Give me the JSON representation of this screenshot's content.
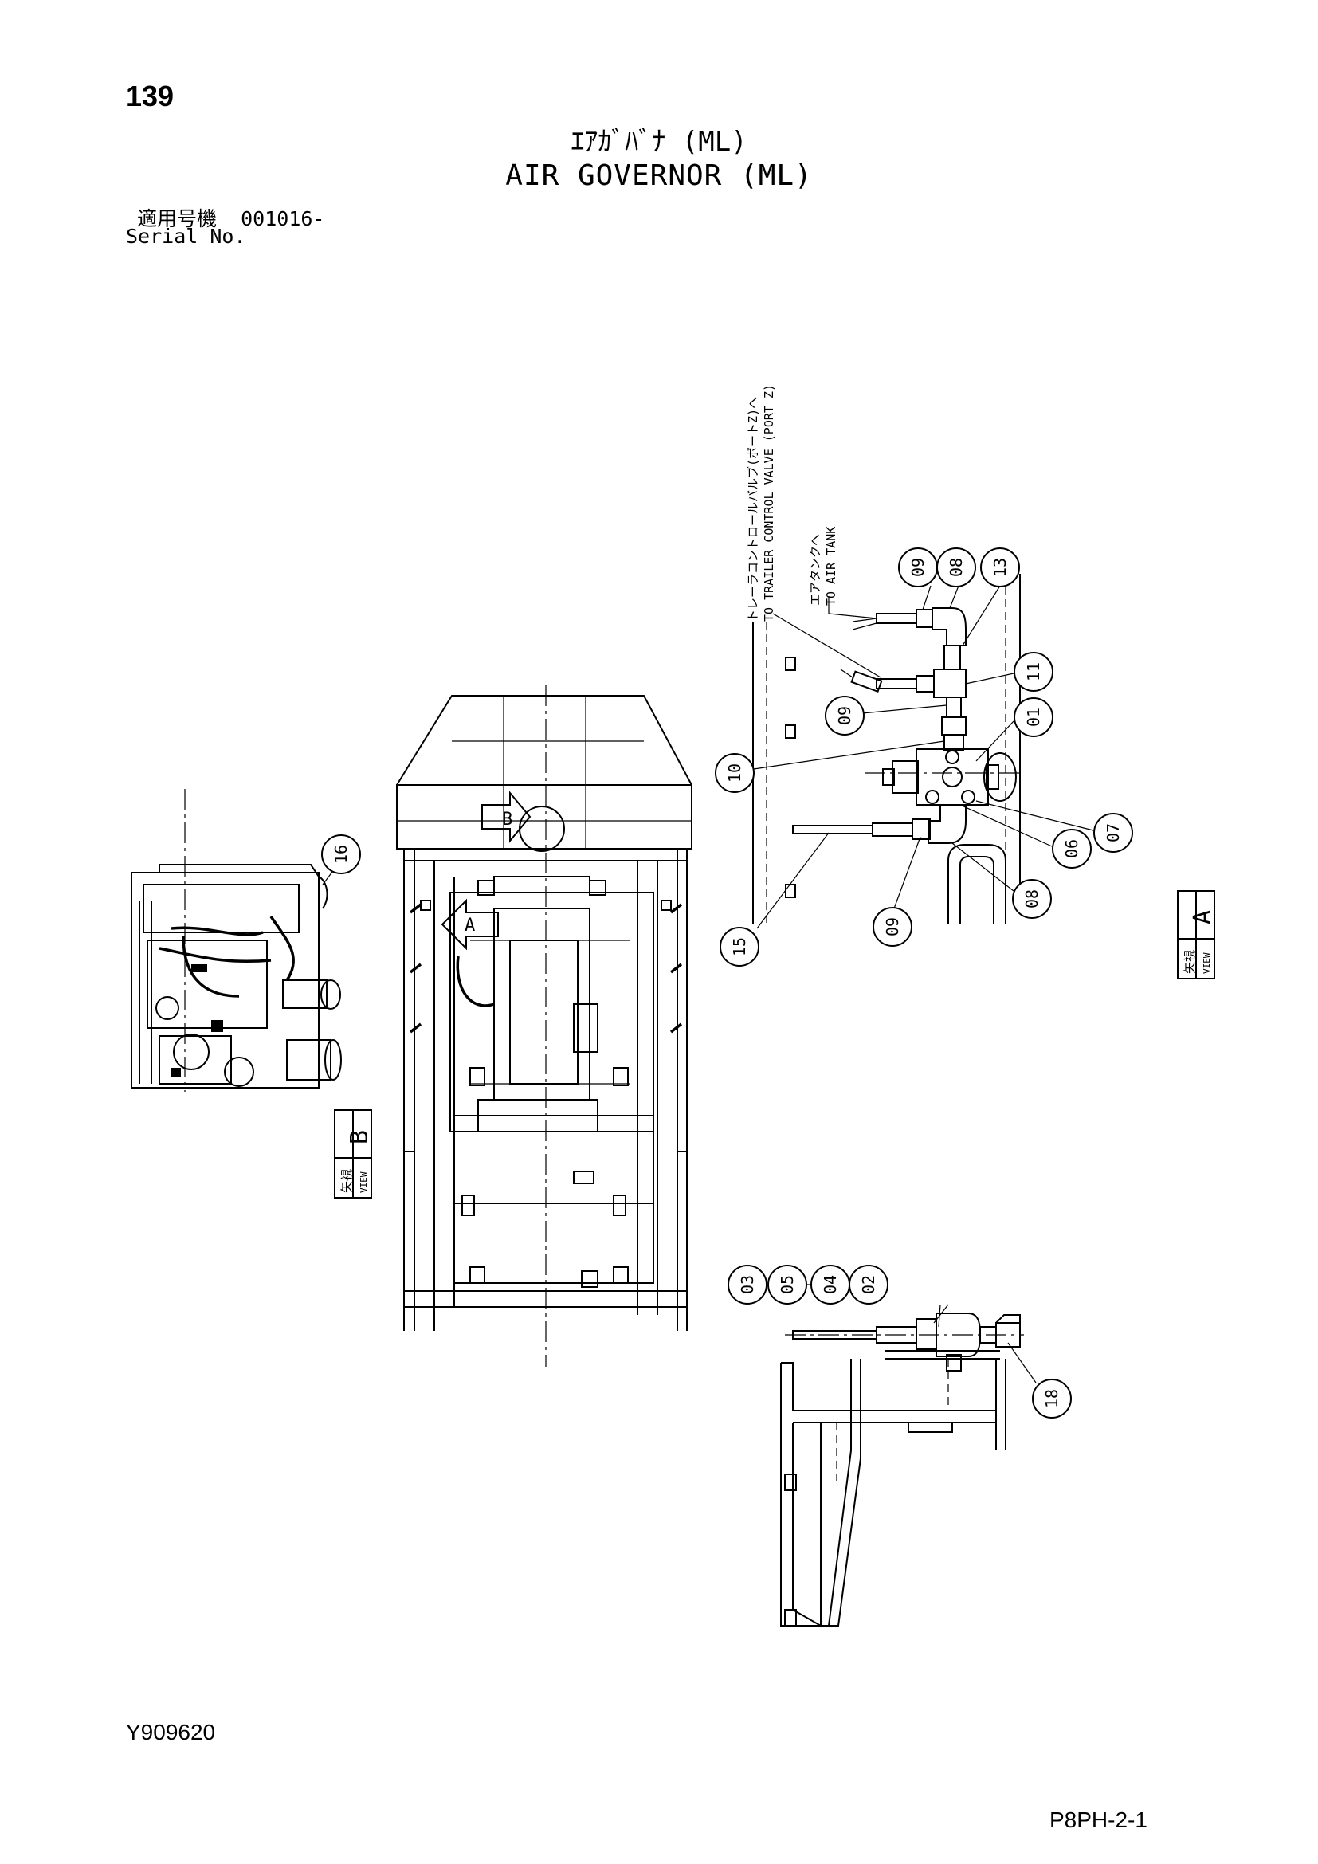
{
  "header": {
    "page_number": "139",
    "title_jp": "ｴｱｶﾞﾊﾞﾅ (ML)",
    "title_en": "AIR GOVERNOR (ML)",
    "serial_label_jp": "適用号機",
    "serial_value": "001016-",
    "serial_label_en": "Serial No."
  },
  "footer": {
    "drawing_number": "Y909620",
    "sheet_ref": "P8PH-2-1"
  },
  "callouts": {
    "upper_assembly": [
      "09",
      "08",
      "13",
      "11",
      "09",
      "01",
      "10",
      "07",
      "06",
      "08",
      "09",
      "15"
    ],
    "engine_view": [
      "16"
    ],
    "lower_assembly": [
      "03",
      "05",
      "04",
      "02",
      "18"
    ]
  },
  "routing_labels": {
    "trailer_valve_jp": "トレーラコントロールバルブ(ポートZ)へ",
    "trailer_valve_en": "TO TRAILER CONTROL VALVE (PORT Z)",
    "air_tank_jp": "エアタンクへ",
    "air_tank_en": "TO AIR TANK"
  },
  "views": {
    "view_a": {
      "jp": "矢視",
      "en": "VIEW",
      "letter": "A"
    },
    "view_b": {
      "jp": "矢視",
      "en": "VIEW",
      "letter": "B"
    },
    "arrow_a": "A",
    "arrow_b": "B"
  }
}
